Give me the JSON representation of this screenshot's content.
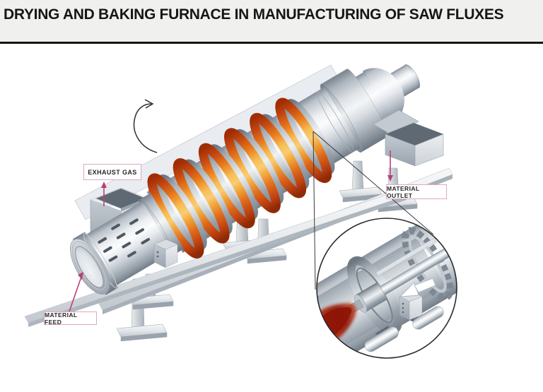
{
  "header": {
    "title": "DRYING AND BAKING FURNACE IN MANUFACTURING OF SAW FLUXES"
  },
  "labels": {
    "exhaust_gas": "EXHAUST GAS",
    "material_outlet": "MATERIAL OUTLET",
    "material_feed": "MATERIAL FEED"
  },
  "icons": {
    "rotation_arrow": "curved-ccw-rotation-arrow",
    "exhaust_gas_arrow": "up-arrow",
    "material_outlet_arrow": "down-arrow",
    "material_feed_arrow": "leader-arrow",
    "magnifier": "burner-detail-circle"
  },
  "colors": {
    "header_bg": "#f0f0ef",
    "title_text": "#161616",
    "accent_pink": "#b94077",
    "label_border": "#dfa9c0",
    "heater_orange": "#ea7e1e",
    "flame_red": "#a81e06",
    "steel_light": "#eef0f3",
    "steel_dark": "#79838e"
  }
}
